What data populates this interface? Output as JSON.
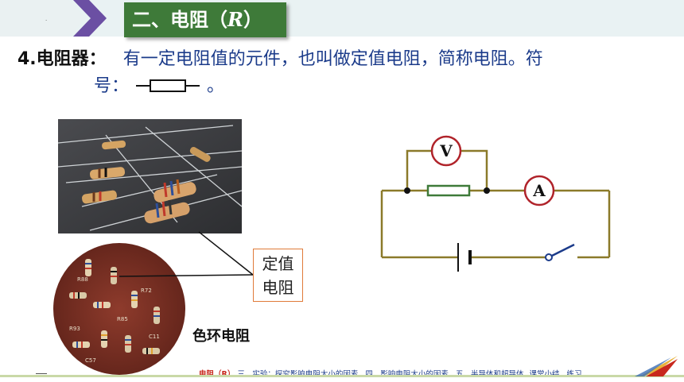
{
  "header": {
    "section_prefix": "二、电阻（",
    "section_symbol": "R",
    "section_suffix": "）"
  },
  "definition": {
    "number": "4.",
    "term": "电阻器：",
    "text_line1": "有一定电阻值的元件，也叫做定值电阻，简称电阻。符",
    "text_line2_prefix": "号：",
    "text_line2_suffix": "。"
  },
  "callout": {
    "line1": "定值",
    "line2": "电阻"
  },
  "ring_label": "色环电阻",
  "circuit": {
    "voltmeter": "V",
    "ammeter": "A"
  },
  "footer": {
    "items": [
      "电阻（R）",
      "三、实验：探究影响电阻大小的因素",
      "四、影响电阻大小的因素",
      "五、半导体和超导体",
      "课堂小结",
      "练习"
    ],
    "active_index": 0
  },
  "colors": {
    "header_green": "#3e7a39",
    "text_blue": "#1b3b8a",
    "wire": "#8b7a2a",
    "meter_ring": "#b0232a",
    "resistor_green": "#3e7a39"
  }
}
